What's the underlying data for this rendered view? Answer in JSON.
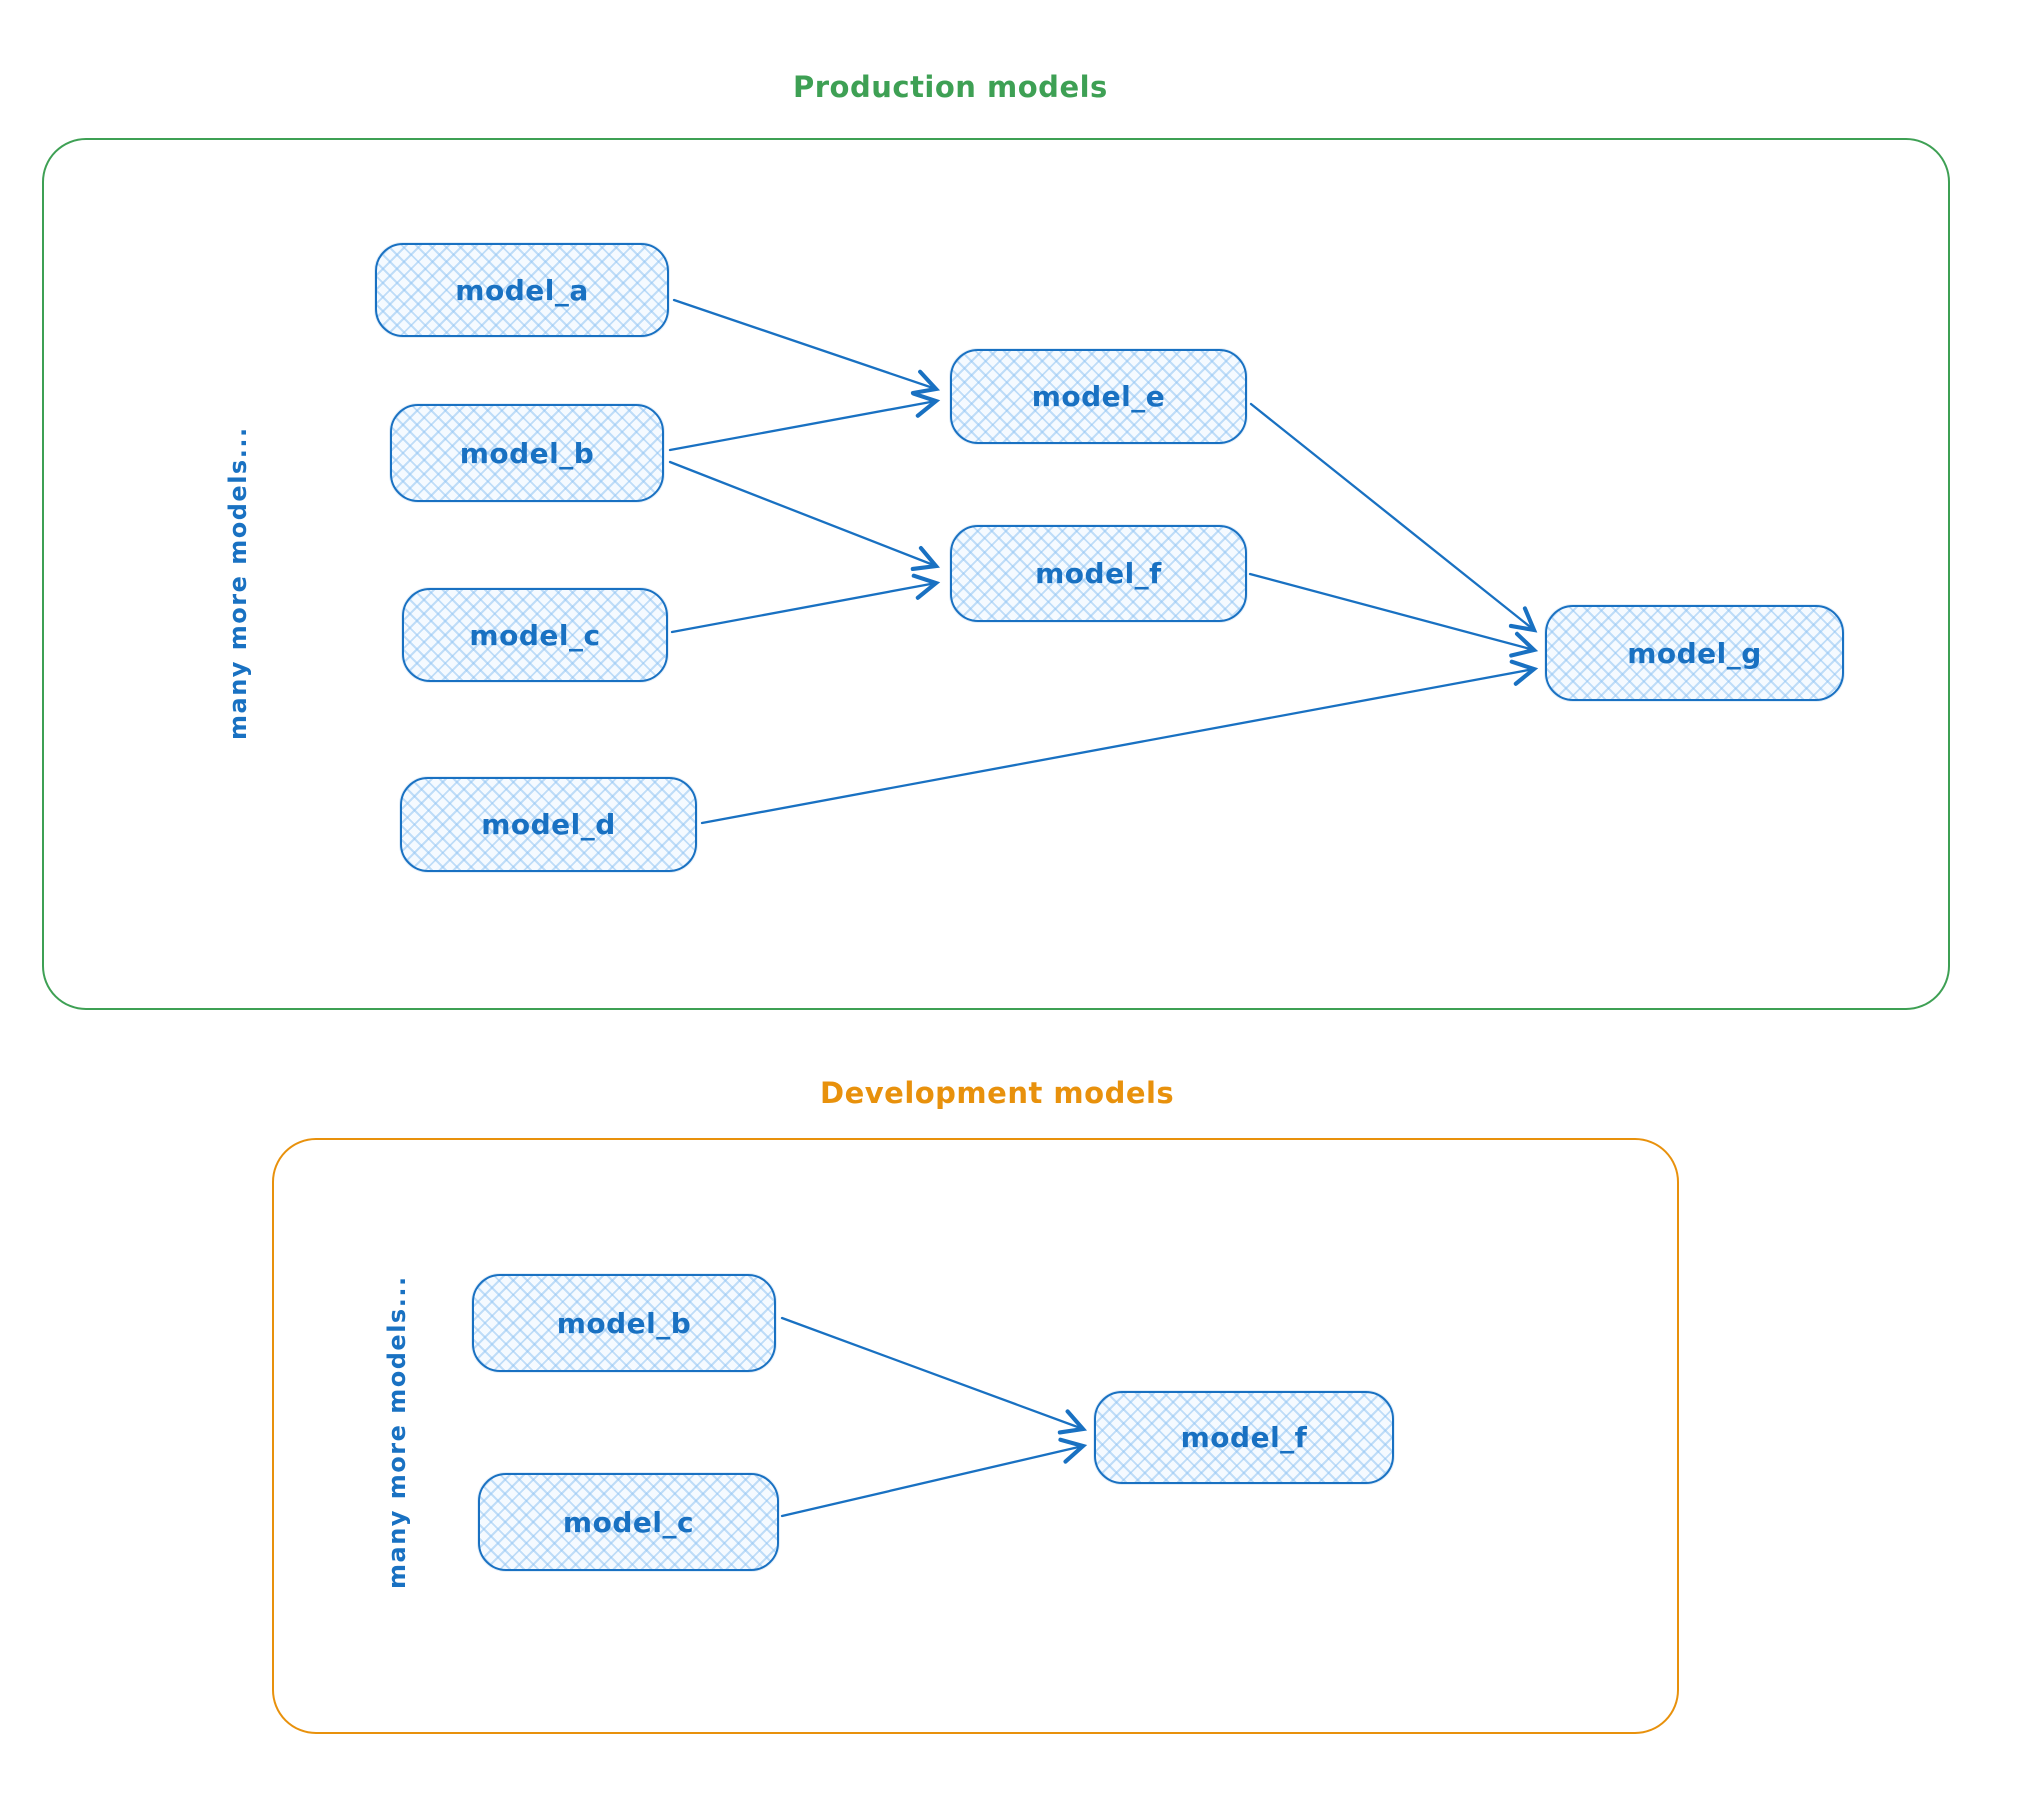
{
  "colors": {
    "node_stroke": "#1971c2",
    "node_fill_light_blue": "#d6e9fb",
    "production_accent_green": "#3ea054",
    "development_accent_orange": "#e8910c",
    "canvas_background": "#ffffff"
  },
  "production": {
    "title": "Production models",
    "side_label": "many more models...",
    "nodes": {
      "a": {
        "label": "model_a"
      },
      "b": {
        "label": "model_b"
      },
      "c": {
        "label": "model_c"
      },
      "d": {
        "label": "model_d"
      },
      "e": {
        "label": "model_e"
      },
      "f": {
        "label": "model_f"
      },
      "g": {
        "label": "model_g"
      }
    },
    "edges": [
      {
        "from": "model_a",
        "to": "model_e"
      },
      {
        "from": "model_b",
        "to": "model_e"
      },
      {
        "from": "model_b",
        "to": "model_f"
      },
      {
        "from": "model_c",
        "to": "model_f"
      },
      {
        "from": "model_e",
        "to": "model_g"
      },
      {
        "from": "model_f",
        "to": "model_g"
      },
      {
        "from": "model_d",
        "to": "model_g"
      }
    ]
  },
  "development": {
    "title": "Development models",
    "side_label": "many more models...",
    "nodes": {
      "b": {
        "label": "model_b"
      },
      "c": {
        "label": "model_c"
      },
      "f": {
        "label": "model_f"
      }
    },
    "edges": [
      {
        "from": "model_b",
        "to": "model_f"
      },
      {
        "from": "model_c",
        "to": "model_f"
      }
    ]
  }
}
